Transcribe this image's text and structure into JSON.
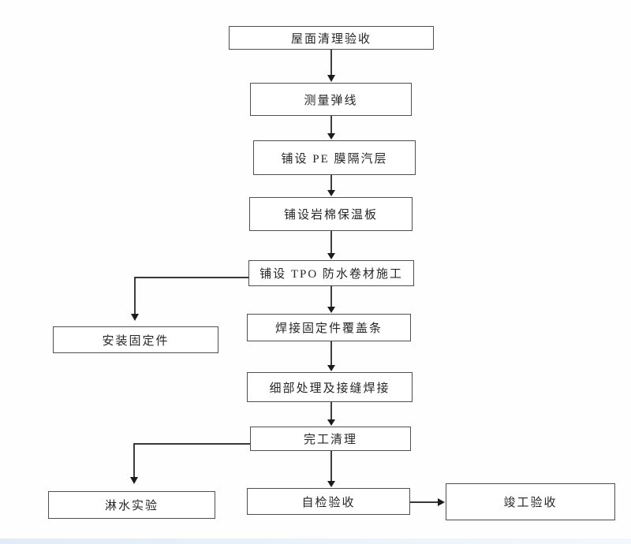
{
  "diagram": {
    "type": "flowchart",
    "language": "zh-CN",
    "colors": {
      "box_border": "#4f4f4f",
      "line": "#1c1c1c",
      "text": "#262626",
      "background": "#fefefe"
    },
    "nodes": [
      {
        "id": "roof-cleaning-acceptance",
        "label": "屋面清理验收"
      },
      {
        "id": "measure-snap-lines",
        "label": "测量弹线"
      },
      {
        "id": "lay-pe-film-vapor-barrier",
        "label": "铺设 PE 膜隔汽层"
      },
      {
        "id": "lay-rock-wool-insulation",
        "label": "铺设岩棉保温板"
      },
      {
        "id": "lay-tpo-waterproof-membrane",
        "label": "铺设 TPO 防水卷材施工"
      },
      {
        "id": "weld-fixing-cover-strips",
        "label": "焊接固定件覆盖条"
      },
      {
        "id": "install-fixings",
        "label": "安装固定件"
      },
      {
        "id": "detail-treatment-seam-welding",
        "label": "细部处理及接缝焊接"
      },
      {
        "id": "completion-cleanup",
        "label": "完工清理"
      },
      {
        "id": "water-spray-test",
        "label": "淋水实验"
      },
      {
        "id": "self-inspection-acceptance",
        "label": "自检验收"
      },
      {
        "id": "final-completion-acceptance",
        "label": "竣工验收"
      }
    ],
    "edges": [
      {
        "from": "roof-cleaning-acceptance",
        "to": "measure-snap-lines"
      },
      {
        "from": "measure-snap-lines",
        "to": "lay-pe-film-vapor-barrier"
      },
      {
        "from": "lay-pe-film-vapor-barrier",
        "to": "lay-rock-wool-insulation"
      },
      {
        "from": "lay-rock-wool-insulation",
        "to": "lay-tpo-waterproof-membrane"
      },
      {
        "from": "lay-tpo-waterproof-membrane",
        "to": "weld-fixing-cover-strips"
      },
      {
        "from": "lay-tpo-waterproof-membrane",
        "to": "install-fixings"
      },
      {
        "from": "weld-fixing-cover-strips",
        "to": "detail-treatment-seam-welding"
      },
      {
        "from": "detail-treatment-seam-welding",
        "to": "completion-cleanup"
      },
      {
        "from": "completion-cleanup",
        "to": "water-spray-test"
      },
      {
        "from": "completion-cleanup",
        "to": "self-inspection-acceptance"
      },
      {
        "from": "self-inspection-acceptance",
        "to": "final-completion-acceptance"
      }
    ]
  }
}
